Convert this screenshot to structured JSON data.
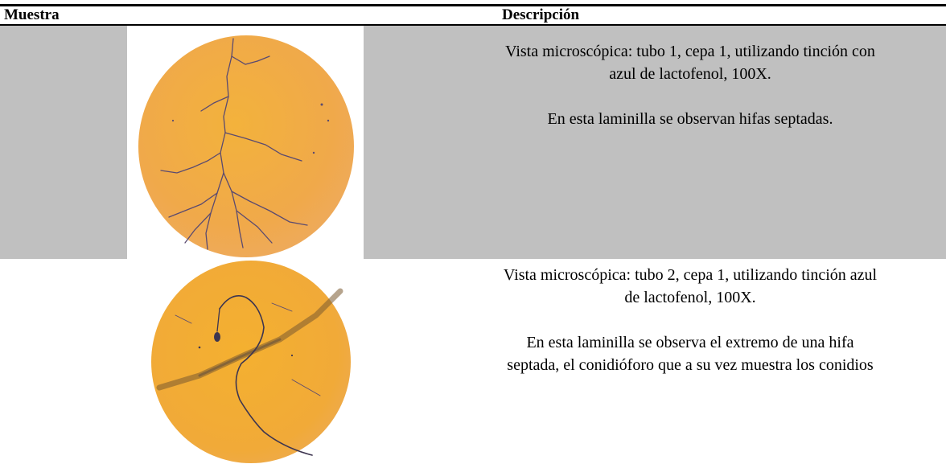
{
  "table": {
    "headers": {
      "muestra": "Muestra",
      "descripcion": "Descripción"
    },
    "rows": [
      {
        "caption": "Vista microscópica: tubo 1, cepa 1, utilizando tinción con azul de lactofenol, 100X.",
        "observation": "En esta laminilla se observan hifas septadas."
      },
      {
        "caption": "Vista microscópica: tubo 2, cepa 1, utilizando tinción azul de lactofenol, 100X.",
        "observation": "En esta laminilla se observa el extremo de una hifa septada, el conidióforo que a su vez muestra los conidios"
      }
    ]
  },
  "colors": {
    "row_shade": "#c0c0c0",
    "sample_fill": "#f2ae3c",
    "hyphae": "#5a4a70"
  }
}
